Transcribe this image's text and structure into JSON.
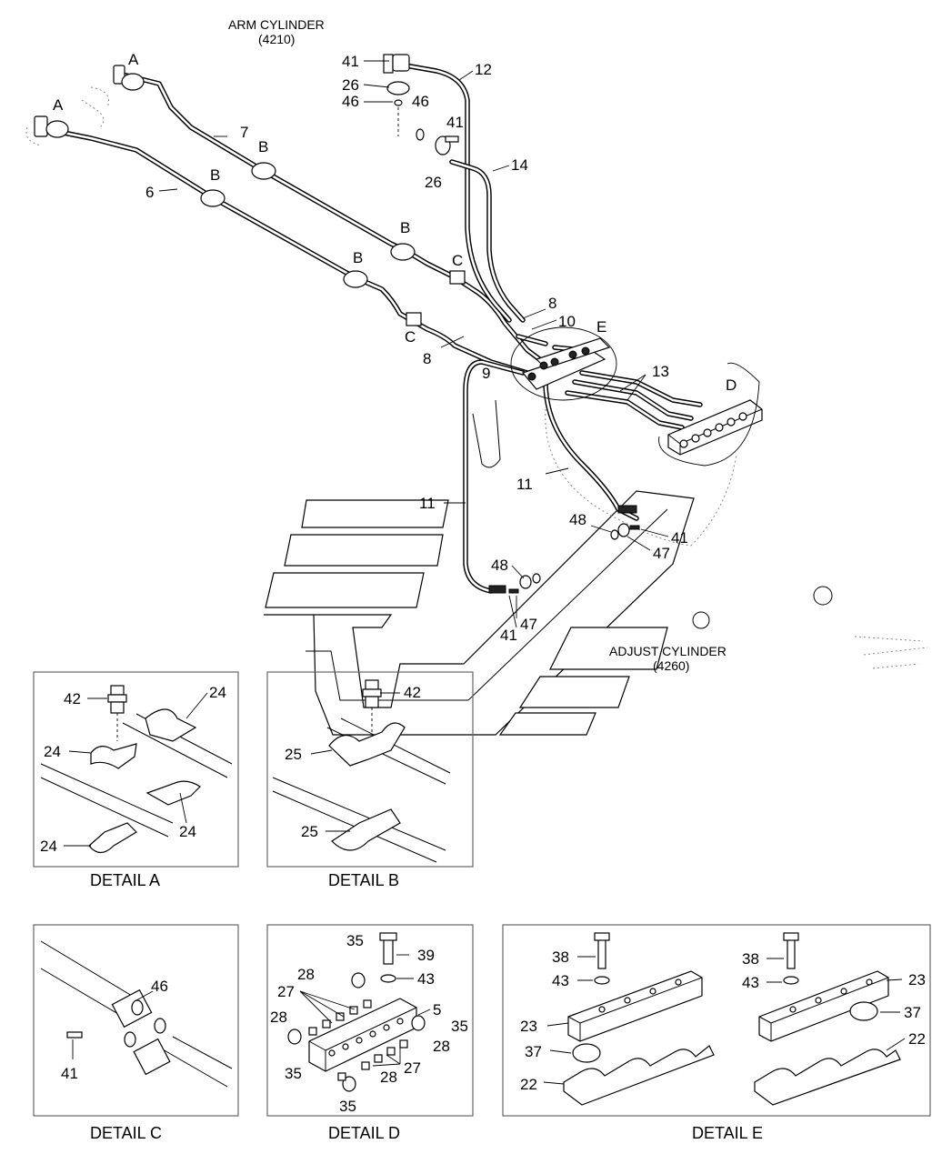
{
  "titles": {
    "arm_cylinder": "ARM CYLINDER",
    "arm_cylinder_no": "(4210)",
    "adjust_cylinder": "ADJUST CYLINDER",
    "adjust_cylinder_no": "(4260)"
  },
  "main_labels": {
    "l41a": "41",
    "l26a": "26",
    "l46a": "46",
    "l46b": "46",
    "l12": "12",
    "l41b": "41",
    "l14": "14",
    "l26b": "26",
    "lA1": "A",
    "lA2": "A",
    "l7": "7",
    "l6": "6",
    "lB1": "B",
    "lB2": "B",
    "lB3": "B",
    "lB4": "B",
    "lC1": "C",
    "lC2": "C",
    "l8a": "8",
    "l10": "10",
    "lE": "E",
    "l8b": "8",
    "l9": "9",
    "l13": "13",
    "lD": "D",
    "l11a": "11",
    "l11b": "11",
    "l48a": "48",
    "l41c": "41",
    "l47a": "47",
    "l48b": "48",
    "l47b": "47",
    "l41d": "41"
  },
  "detail_a": {
    "caption": "DETAIL  A",
    "l42": "42",
    "l24a": "24",
    "l24b": "24",
    "l24c": "24",
    "l24d": "24"
  },
  "detail_b": {
    "caption": "DETAIL  B",
    "l42": "42",
    "l25a": "25",
    "l25b": "25"
  },
  "detail_c": {
    "caption": "DETAIL  C",
    "l46": "46",
    "l41": "41"
  },
  "detail_d": {
    "caption": "DETAIL  D",
    "l35a": "35",
    "l39": "39",
    "l28a": "28",
    "l43": "43",
    "l27a": "27",
    "l5": "5",
    "l28b": "28",
    "l35b": "35",
    "l28c": "28",
    "l35c": "35",
    "l27b": "27",
    "l28d": "28",
    "l35d": "35"
  },
  "detail_e": {
    "caption": "DETAIL E",
    "l38a": "38",
    "l43a": "43",
    "l23a": "23",
    "l37a": "37",
    "l22a": "22",
    "l38b": "38",
    "l43b": "43",
    "l23b": "23",
    "l37b": "37",
    "l22b": "22"
  }
}
